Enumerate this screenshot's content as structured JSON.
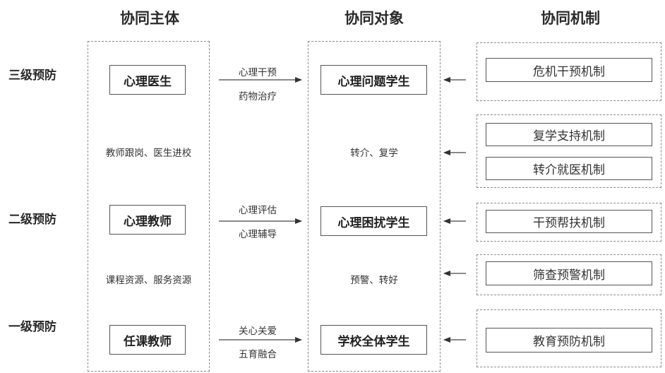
{
  "headers": {
    "subjects": "协同主体",
    "targets": "协同对象",
    "mechanisms": "协同机制"
  },
  "levels": {
    "level3": "三级预防",
    "level2": "二级预防",
    "level1": "一级预防"
  },
  "subjects": {
    "s3": "心理医生",
    "s2": "心理教师",
    "s1": "任课教师",
    "link32": "教师跟岗、医生进校",
    "link21": "课程资源、服务资源"
  },
  "actions": {
    "a3": [
      "心理干预",
      "药物治疗"
    ],
    "a2": [
      "心理评估",
      "心理辅导"
    ],
    "a1": [
      "关心关爱",
      "五育融合"
    ]
  },
  "targets": {
    "t3": "心理问题学生",
    "t2": "心理困扰学生",
    "t1": "学校全体学生",
    "link32": "转介、复学",
    "link21": "预警、转好"
  },
  "mechanisms": {
    "m1": "危机干预机制",
    "m2": "复学支持机制",
    "m3": "转介就医机制",
    "m4": "干预帮扶机制",
    "m5": "筛查预警机制",
    "m6": "教育预防机制"
  }
}
